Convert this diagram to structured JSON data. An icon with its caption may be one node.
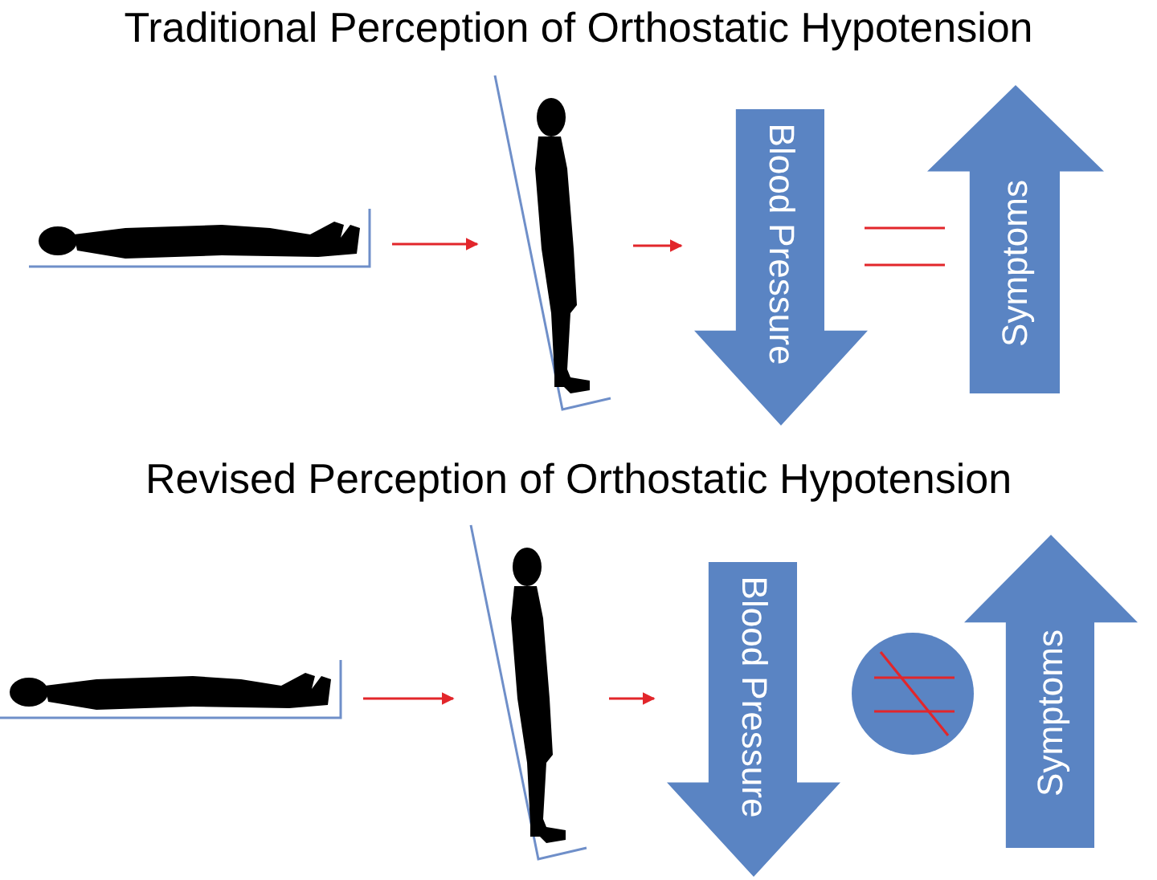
{
  "diagram": {
    "nodes": [
      {
        "text": [],
        "shape": "person"
      },
      {
        "text": [],
        "shape": "person"
      },
      {
        "text": [
          "Blood Pressure"
        ]
      },
      {
        "text": [
          "Symptoms"
        ]
      },
      {
        "text": [],
        "shape": "person"
      },
      {
        "text": [],
        "shape": "person"
      },
      {
        "text": [
          "Blood Pressure"
        ]
      },
      {
        "text": [],
        "shape": "circle"
      },
      {
        "text": [
          "Symptoms"
        ]
      }
    ],
    "edges": [
      {
        "from": 0,
        "to": 1,
        "arrow": "to"
      },
      {
        "from": 1,
        "to": 2,
        "arrow": "to"
      },
      {
        "from": 4,
        "to": 5,
        "arrow": "to"
      },
      {
        "from": 5,
        "to": 6,
        "arrow": "to"
      }
    ],
    "labels": [
      "Traditional Perception of Orthostatic Hypotension",
      "Revised Perception of Orthostatic Hypotension"
    ]
  }
}
